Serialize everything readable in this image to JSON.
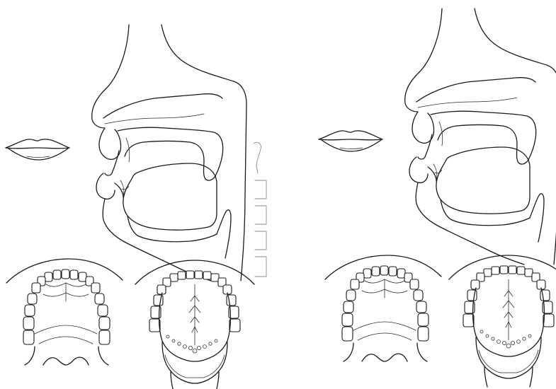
{
  "figure": {
    "panels": [
      {
        "id": "left",
        "components": [
          "lips-front-view",
          "sagittal-section",
          "upper-palate-view",
          "lower-palate-view"
        ]
      },
      {
        "id": "right",
        "components": [
          "lips-front-view",
          "sagittal-section",
          "upper-palate-view",
          "lower-palate-view"
        ]
      }
    ]
  },
  "colors": {
    "line": "#1a1a1a",
    "background": "#ffffff",
    "faint_line": "#8a8a8a"
  }
}
